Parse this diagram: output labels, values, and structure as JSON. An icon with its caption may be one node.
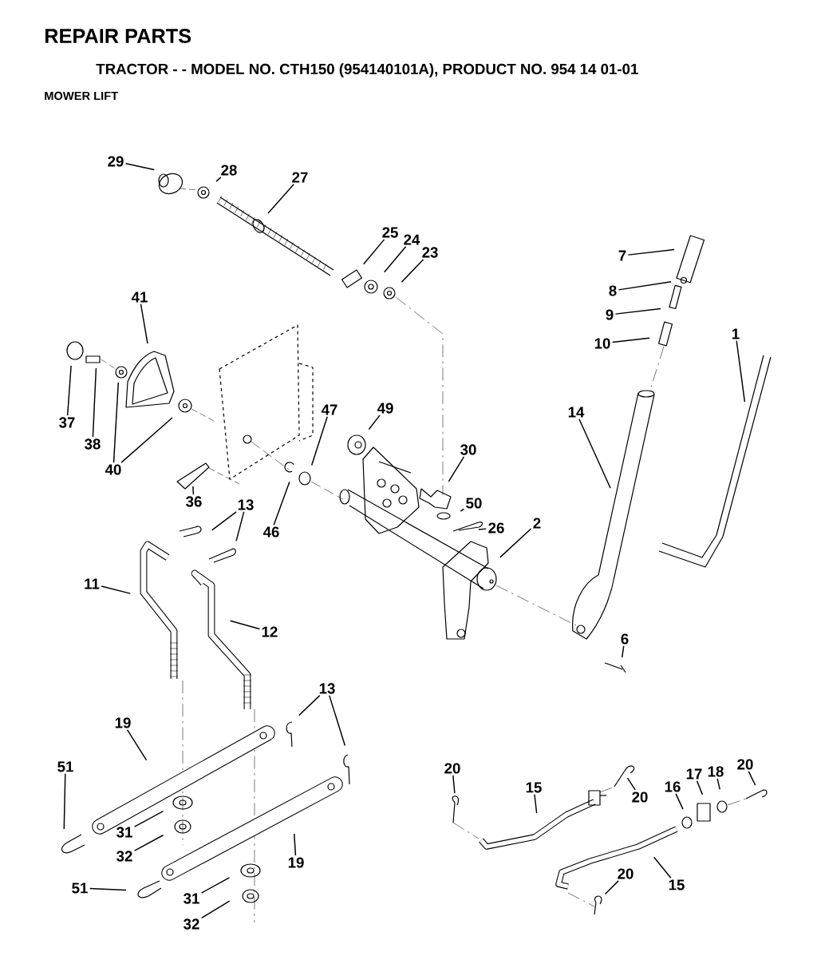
{
  "diagram": {
    "title": "REPAIR PARTS",
    "labels": [
      "TRACTOR - - MODEL NO. CTH150 (954140101A), PRODUCT NO. 954 14 01-01",
      "MOWER LIFT"
    ],
    "nodes": [
      {
        "text": [
          "29"
        ]
      },
      {
        "text": [
          "28"
        ]
      },
      {
        "text": [
          "27"
        ]
      },
      {
        "text": [
          "25"
        ]
      },
      {
        "text": [
          "24"
        ]
      },
      {
        "text": [
          "23"
        ]
      },
      {
        "text": [
          "7"
        ]
      },
      {
        "text": [
          "8"
        ]
      },
      {
        "text": [
          "9"
        ]
      },
      {
        "text": [
          "10"
        ]
      },
      {
        "text": [
          "1"
        ]
      },
      {
        "text": [
          "41"
        ]
      },
      {
        "text": [
          "37"
        ]
      },
      {
        "text": [
          "38"
        ]
      },
      {
        "text": [
          "40"
        ]
      },
      {
        "text": [
          "14"
        ]
      },
      {
        "text": [
          "47"
        ]
      },
      {
        "text": [
          "49"
        ]
      },
      {
        "text": [
          "30"
        ]
      },
      {
        "text": [
          "50"
        ]
      },
      {
        "text": [
          "26"
        ]
      },
      {
        "text": [
          "2"
        ]
      },
      {
        "text": [
          "36"
        ]
      },
      {
        "text": [
          "46"
        ]
      },
      {
        "text": [
          "13"
        ]
      },
      {
        "text": [
          "11"
        ]
      },
      {
        "text": [
          "12"
        ]
      },
      {
        "text": [
          "19"
        ]
      },
      {
        "text": [
          "51"
        ]
      },
      {
        "text": [
          "13"
        ]
      },
      {
        "text": [
          "31"
        ]
      },
      {
        "text": [
          "32"
        ]
      },
      {
        "text": [
          "19"
        ]
      },
      {
        "text": [
          "51"
        ]
      },
      {
        "text": [
          "31"
        ]
      },
      {
        "text": [
          "32"
        ]
      },
      {
        "text": [
          "20"
        ]
      },
      {
        "text": [
          "15"
        ]
      },
      {
        "text": [
          "20"
        ]
      },
      {
        "text": [
          "16"
        ]
      },
      {
        "text": [
          "17"
        ]
      },
      {
        "text": [
          "18"
        ]
      },
      {
        "text": [
          "20"
        ]
      },
      {
        "text": [
          "20"
        ]
      },
      {
        "text": [
          "6"
        ]
      },
      {
        "text": [
          "15"
        ]
      }
    ],
    "edges": [
      {
        "from": 0,
        "to": null,
        "arrow": "none"
      },
      {
        "from": 1,
        "to": null,
        "arrow": "none"
      },
      {
        "from": 2,
        "to": null,
        "arrow": "none"
      },
      {
        "from": 3,
        "to": null,
        "arrow": "none"
      },
      {
        "from": 4,
        "to": null,
        "arrow": "none"
      },
      {
        "from": 5,
        "to": null,
        "arrow": "none"
      },
      {
        "from": 6,
        "to": null,
        "arrow": "none"
      },
      {
        "from": 7,
        "to": null,
        "arrow": "none"
      },
      {
        "from": 8,
        "to": null,
        "arrow": "none"
      },
      {
        "from": 9,
        "to": null,
        "arrow": "none"
      },
      {
        "from": 10,
        "to": null,
        "arrow": "none"
      },
      {
        "from": 11,
        "to": null,
        "arrow": "none"
      },
      {
        "from": 12,
        "to": null,
        "arrow": "none"
      },
      {
        "from": 13,
        "to": null,
        "arrow": "none"
      },
      {
        "from": 14,
        "to": null,
        "arrow": "none"
      },
      {
        "from": 14,
        "to": null,
        "arrow": "none"
      },
      {
        "from": 15,
        "to": null,
        "arrow": "none"
      },
      {
        "from": 16,
        "to": null,
        "arrow": "none"
      },
      {
        "from": 17,
        "to": null,
        "arrow": "none"
      },
      {
        "from": 18,
        "to": null,
        "arrow": "none"
      },
      {
        "from": 19,
        "to": null,
        "arrow": "none"
      },
      {
        "from": 20,
        "to": null,
        "arrow": "none"
      },
      {
        "from": 21,
        "to": null,
        "arrow": "none"
      },
      {
        "from": 22,
        "to": null,
        "arrow": "none"
      },
      {
        "from": 23,
        "to": null,
        "arrow": "none"
      },
      {
        "from": 24,
        "to": null,
        "arrow": "none"
      },
      {
        "from": 24,
        "to": null,
        "arrow": "none"
      },
      {
        "from": 25,
        "to": null,
        "arrow": "none"
      },
      {
        "from": 26,
        "to": null,
        "arrow": "none"
      },
      {
        "from": 27,
        "to": null,
        "arrow": "none"
      },
      {
        "from": 28,
        "to": null,
        "arrow": "none"
      },
      {
        "from": 29,
        "to": null,
        "arrow": "none"
      },
      {
        "from": 29,
        "to": null,
        "arrow": "none"
      },
      {
        "from": 30,
        "to": null,
        "arrow": "none"
      },
      {
        "from": 31,
        "to": null,
        "arrow": "none"
      },
      {
        "from": 32,
        "to": null,
        "arrow": "none"
      },
      {
        "from": 33,
        "to": null,
        "arrow": "none"
      },
      {
        "from": 34,
        "to": null,
        "arrow": "none"
      },
      {
        "from": 35,
        "to": null,
        "arrow": "none"
      },
      {
        "from": 36,
        "to": null,
        "arrow": "none"
      },
      {
        "from": 37,
        "to": null,
        "arrow": "none"
      },
      {
        "from": 38,
        "to": null,
        "arrow": "none"
      },
      {
        "from": 39,
        "to": null,
        "arrow": "none"
      },
      {
        "from": 40,
        "to": null,
        "arrow": "none"
      },
      {
        "from": 41,
        "to": null,
        "arrow": "none"
      },
      {
        "from": 42,
        "to": null,
        "arrow": "none"
      },
      {
        "from": 43,
        "to": null,
        "arrow": "none"
      },
      {
        "from": 44,
        "to": null,
        "arrow": "none"
      },
      {
        "from": 45,
        "to": null,
        "arrow": "none"
      }
    ]
  }
}
